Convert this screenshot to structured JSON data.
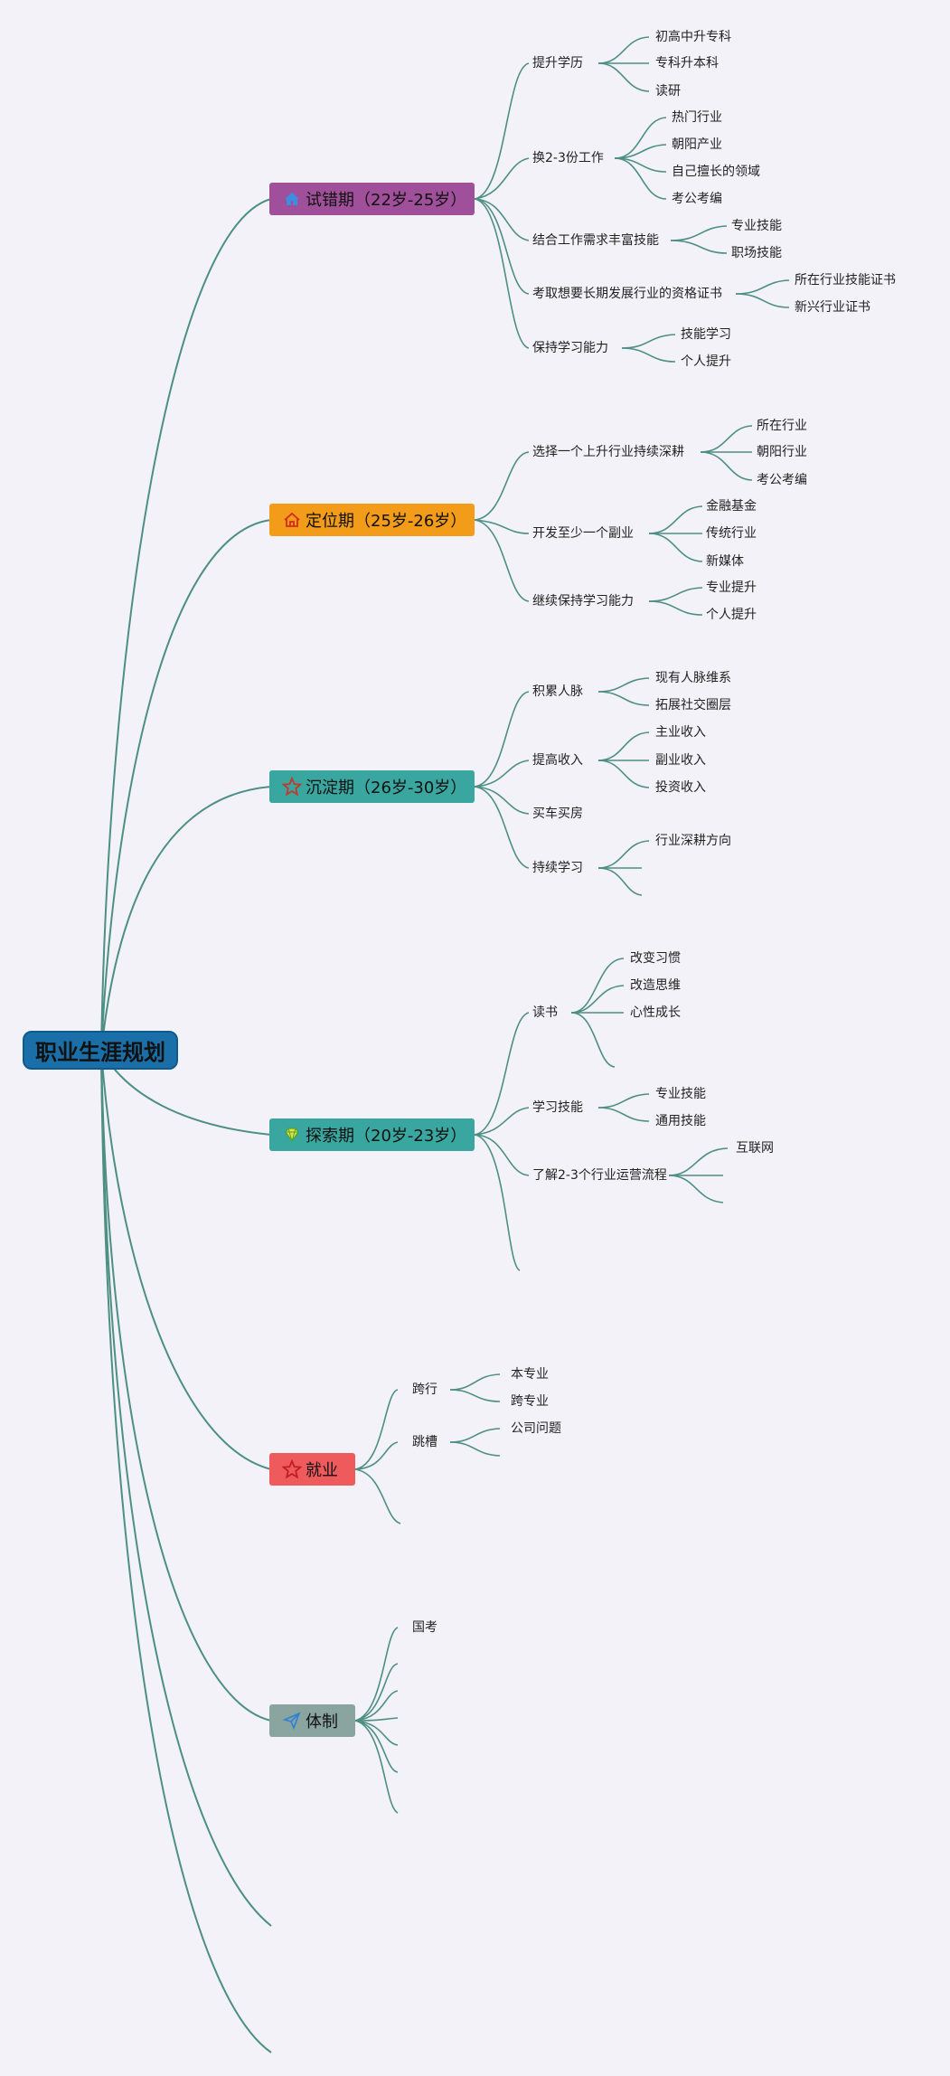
{
  "root": "职业生涯规划",
  "branches": {
    "trial": {
      "label": "试错期（22岁-25岁）",
      "color": "#a0509a",
      "icon": "home-icon",
      "children": {
        "c0": {
          "label": "提升学历",
          "leaves": [
            "初高中升专科",
            "专科升本科",
            "读研"
          ]
        },
        "c1": {
          "label": "换2-3份工作",
          "leaves": [
            "热门行业",
            "朝阳产业",
            "自己擅长的领域",
            "考公考编"
          ]
        },
        "c2": {
          "label": "结合工作需求丰富技能",
          "leaves": [
            "专业技能",
            "职场技能"
          ]
        },
        "c3": {
          "label": "考取想要长期发展行业的资格证书",
          "leaves": [
            "所在行业技能证书",
            "新兴行业证书"
          ]
        },
        "c4": {
          "label": "保持学习能力",
          "leaves": [
            "技能学习",
            "个人提升"
          ]
        }
      }
    },
    "position": {
      "label": "定位期（25岁-26岁）",
      "color": "#f39c1a",
      "icon": "home-outline-icon",
      "children": {
        "c0": {
          "label": "选择一个上升行业持续深耕",
          "leaves": [
            "所在行业",
            "朝阳行业",
            "考公考编"
          ]
        },
        "c1": {
          "label": "开发至少一个副业",
          "leaves": [
            "金融基金",
            "传统行业",
            "新媒体"
          ]
        },
        "c2": {
          "label": "继续保持学习能力",
          "leaves": [
            "专业提升",
            "个人提升"
          ]
        }
      }
    },
    "settle": {
      "label": "沉淀期（26岁-30岁）",
      "color": "#3aa6a0",
      "icon": "star-icon",
      "children": {
        "c0": {
          "label": "积累人脉",
          "leaves": [
            "现有人脉维系",
            "拓展社交圈层"
          ]
        },
        "c1": {
          "label": "提高收入",
          "leaves": [
            "主业收入",
            "副业收入",
            "投资收入"
          ]
        },
        "c2": {
          "label": "买车买房",
          "leaves": []
        },
        "c3": {
          "label": "持续学习",
          "leaves": [
            "行业深耕方向",
            ""
          ]
        }
      }
    },
    "explore": {
      "label": "探索期（20岁-23岁）",
      "color": "#3aa6a0",
      "icon": "diamond-icon",
      "children": {
        "c0": {
          "label": "读书",
          "leaves": [
            "改变习惯",
            "改造思维",
            "心性成长",
            ""
          ]
        },
        "c1": {
          "label": "学习技能",
          "leaves": [
            "专业技能",
            "通用技能"
          ]
        },
        "c2": {
          "label": "了解2-3个行业运营流程",
          "leaves": [
            "互联网",
            "",
            ""
          ]
        },
        "c3": {
          "label": "",
          "leaves": []
        }
      }
    },
    "job": {
      "label": "就业",
      "color": "#ef5a5c",
      "icon": "star-outline-icon",
      "children": {
        "c0": {
          "label": "跨行",
          "leaves": [
            "本专业",
            "跨专业"
          ]
        },
        "c1": {
          "label": "跳槽",
          "leaves": [
            "公司问题",
            ""
          ]
        },
        "c2": {
          "label": "",
          "leaves": []
        }
      }
    },
    "system": {
      "label": "体制",
      "color": "#8aa4a0",
      "icon": "send-icon",
      "children": {
        "c0": {
          "label": "国考",
          "leaves": []
        },
        "c1": {
          "label": "",
          "leaves": []
        },
        "c2": {
          "label": "",
          "leaves": []
        },
        "c3": {
          "label": "",
          "leaves": []
        },
        "c4": {
          "label": "",
          "leaves": []
        },
        "c5": {
          "label": "",
          "leaves": []
        },
        "c6": {
          "label": "",
          "leaves": []
        }
      }
    }
  }
}
